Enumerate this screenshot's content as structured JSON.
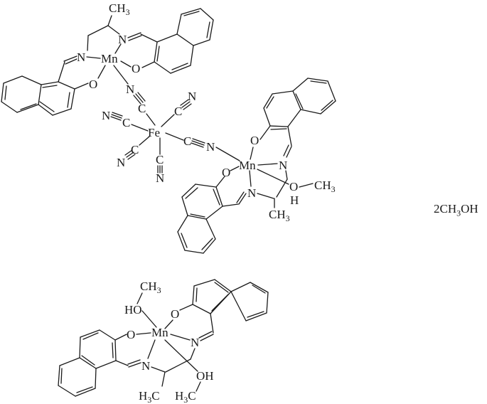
{
  "diagram": {
    "type": "chemical-structure",
    "description": "Cyanide-bridged Mn(III)-Fe(III) Schiff-base complex with naphthaldehyde-derived salen-type ligands, plus a separate Mn complex with two methanol ligands, and lattice methanol",
    "solvent_label": {
      "prefix": "2CH",
      "sub": "3",
      "suffix": "OH"
    },
    "fragments": [
      {
        "name": "upper-mn-unit",
        "center_atom": "Mn",
        "labels": [
          "CH3",
          "N",
          "N",
          "Mn",
          "O",
          "O"
        ],
        "bridge": "N≡C-Fe"
      },
      {
        "name": "ferricyanide-core",
        "center_atom": "Fe",
        "ligands": [
          "N≡C",
          "C≡N",
          "N≡C",
          "C≡N",
          "C≡N",
          "C≡N"
        ]
      },
      {
        "name": "right-mn-unit",
        "center_atom": "Mn",
        "labels": [
          "O",
          "N",
          "Mn",
          "O",
          "N",
          "O",
          "CH3",
          "H",
          "CH3"
        ]
      },
      {
        "name": "lower-mn-unit",
        "center_atom": "Mn",
        "labels": [
          "HO",
          "CH3",
          "O",
          "O",
          "Mn",
          "N",
          "N",
          "OH",
          "H3C",
          "H3C"
        ]
      }
    ]
  }
}
